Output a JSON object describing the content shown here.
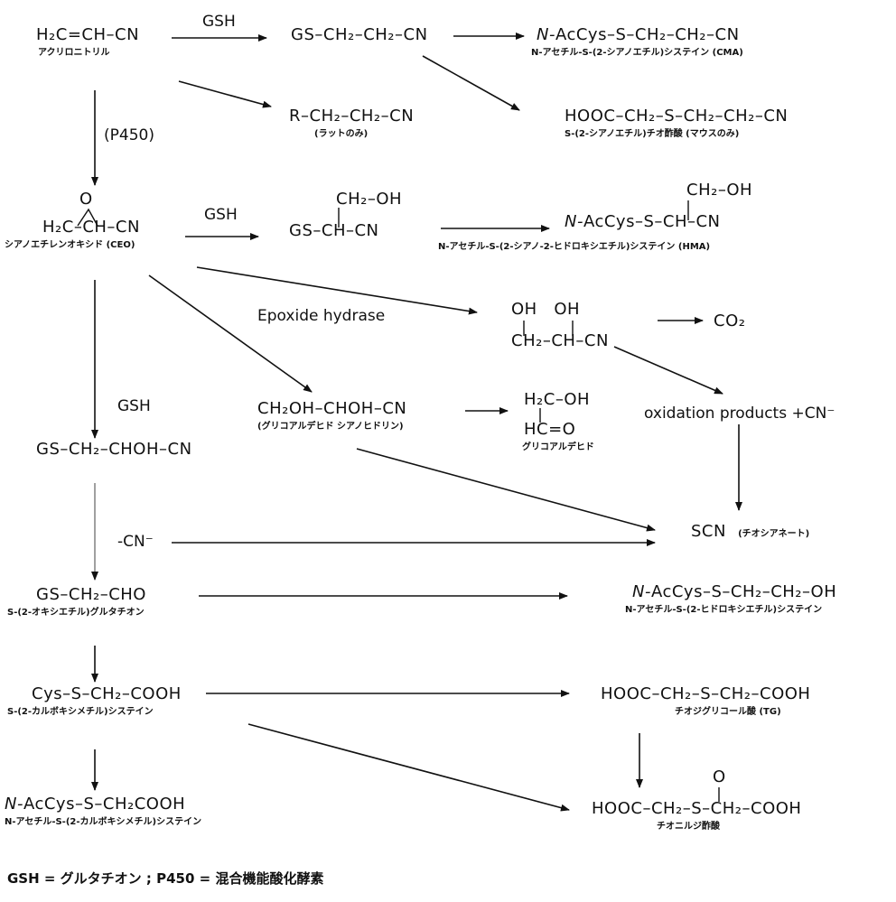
{
  "nodes": {
    "acrylonitrile": {
      "f": "H₂C=CH–CN",
      "j": "アクリロニトリル"
    },
    "gs_ch2ch2cn": {
      "f": "GS–CH₂–CH₂–CN"
    },
    "cma": {
      "pre": "N-",
      "f": "AcCys–S–CH₂–CH₂–CN",
      "j": "N-アセチル-S-(2-シアノエチル)システイン (CMA)"
    },
    "r_ch2ch2cn": {
      "f": "R–CH₂–CH₂–CN",
      "j": "(ラットのみ)"
    },
    "thiodiacetic_cyano": {
      "f": "HOOC–CH₂–S–CH₂–CH₂–CN",
      "j": "S-(2-シアノエチル)チオ酢酸 (マウスのみ)"
    },
    "ceo": {
      "top": "O",
      "f": "H₂C–CH–CN",
      "j": "シアノエチレンオキシド (CEO)"
    },
    "gs_hydroxy": {
      "top": "CH₂–OH",
      "f": "GS–CH–CN"
    },
    "hma": {
      "top": "CH₂–OH",
      "pre": "N-",
      "f": "AcCys–S–CH–CN",
      "j": "N-アセチル-S-(2-シアノ-2-ヒドロキシエチル)システイン (HMA)"
    },
    "diol": {
      "top": "OH   OH",
      "f": "CH₂–CH–CN"
    },
    "co2": {
      "f": "CO₂"
    },
    "glyco_cyano": {
      "f": "CH₂OH–CHOH–CN",
      "j": "(グリコアルデヒド シアノヒドリン)"
    },
    "glycolaldehyde": {
      "top": "H₂C–OH",
      "f": "HC=O",
      "j": "グリコアルデヒド"
    },
    "oxidation": {
      "f": "oxidation products +CN⁻"
    },
    "gs_chohcn": {
      "f": "GS–CH₂–CHOH–CN"
    },
    "scn": {
      "f": "SCN",
      "j": "(チオシアネート)"
    },
    "gs_cho": {
      "f": "GS–CH₂–CHO",
      "j": "S-(2-オキシエチル)グルタチオン"
    },
    "acys_oh": {
      "pre": "N-",
      "f": "AcCys–S–CH₂–CH₂–OH",
      "j": "N-アセチル-S-(2-ヒドロキシエチル)システイン"
    },
    "cys_cooh": {
      "f": "Cys–S–CH₂–COOH",
      "j": "S-(2-カルボキシメチル)システイン"
    },
    "tg": {
      "f": "HOOC–CH₂–S–CH₂–COOH",
      "j": "チオジグリコール酸 (TG)"
    },
    "acys_cooh": {
      "pre": "N-",
      "f": "AcCys–S–CH₂COOH",
      "j": "N-アセチル-S-(2-カルボキシメチル)システイン"
    },
    "sulfinyl": {
      "top": "O",
      "f": "HOOC–CH₂–S–CH₂–COOH",
      "j": "チオニルジ酢酸"
    }
  },
  "labels": {
    "gsh_1": "GSH",
    "p450": "(P450)",
    "gsh_2": "GSH",
    "epoxide_hydrase": "Epoxide hydrase",
    "gsh_3": "GSH",
    "cn_minus": "-CN⁻"
  },
  "footnote": "GSH = グルタチオン ; P450 = 混合機能酸化酵素"
}
